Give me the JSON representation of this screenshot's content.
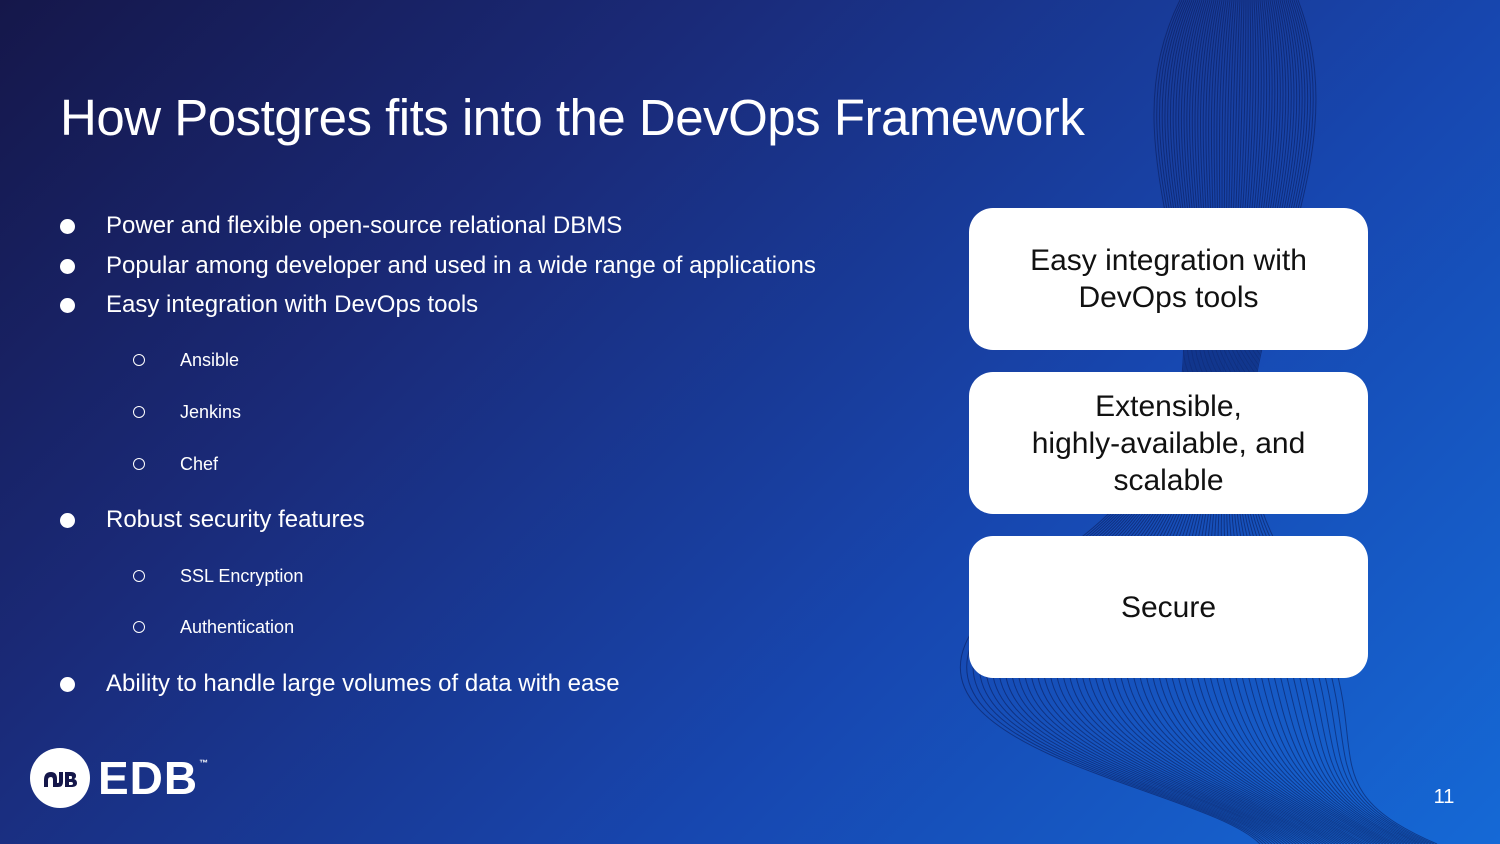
{
  "slide": {
    "title": "How Postgres fits into the DevOps Framework",
    "page_number": "11",
    "colors": {
      "background_dark": "#15174a",
      "background_light": "#1569d6",
      "card": "#ffffff",
      "card_text": "#111111"
    }
  },
  "bullets": {
    "b1": "Power and flexible open-source relational DBMS",
    "b2": "Popular among developer and used in a wide range of applications",
    "b3": "Easy integration with DevOps tools",
    "b3_subs": [
      "Ansible",
      "Jenkins",
      "Chef"
    ],
    "b4": "Robust security features",
    "b4_subs": [
      "SSL Encryption",
      "Authentication"
    ],
    "b5": "Ability to handle large volumes of data with ease"
  },
  "cards": {
    "card1_line1": "Easy integration with",
    "card1_line2": "DevOps tools",
    "card2_line1": "Extensible,",
    "card2_line2": "highly-available, and",
    "card2_line3": "scalable",
    "card3": "Secure"
  },
  "logo": {
    "icon": "edb-elephant-icon",
    "wordmark": "EDB",
    "trademark": "™"
  }
}
